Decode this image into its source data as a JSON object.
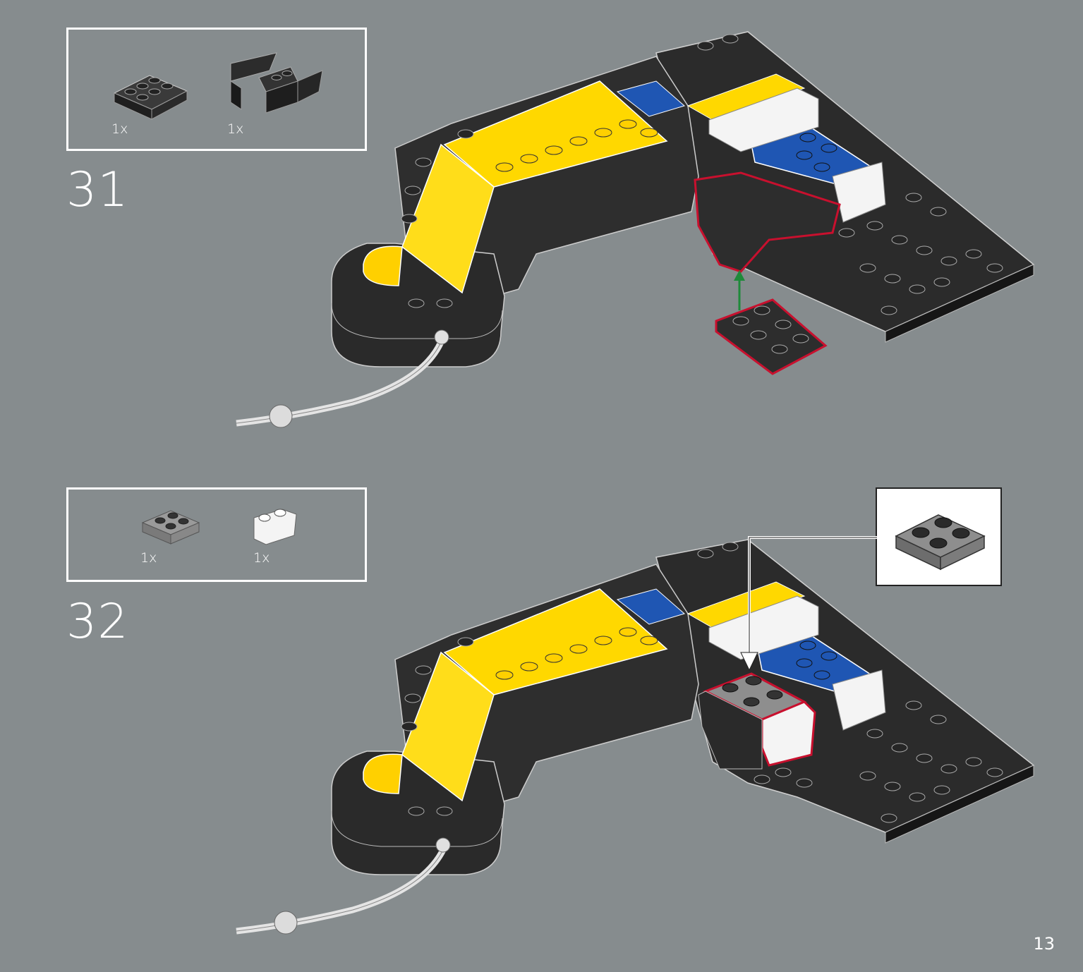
{
  "page": {
    "number": "13"
  },
  "steps": [
    {
      "number": "31",
      "parts": [
        {
          "qty": "1x",
          "name": "dark-gray-plate-2x3-icon"
        },
        {
          "qty": "1x",
          "name": "black-wedge-wings-icon"
        }
      ]
    },
    {
      "number": "32",
      "parts": [
        {
          "qty": "1x",
          "name": "gray-plate-2x2-icon"
        },
        {
          "qty": "1x",
          "name": "white-curved-brick-icon"
        }
      ]
    }
  ],
  "colors": {
    "background": "#868c8e",
    "black": "#2b2b2b",
    "yellow": "#ffd800",
    "blue": "#1f56b3",
    "white": "#f4f4f4",
    "highlight": "#c8102e",
    "arrow_green": "#1f8a3a"
  }
}
